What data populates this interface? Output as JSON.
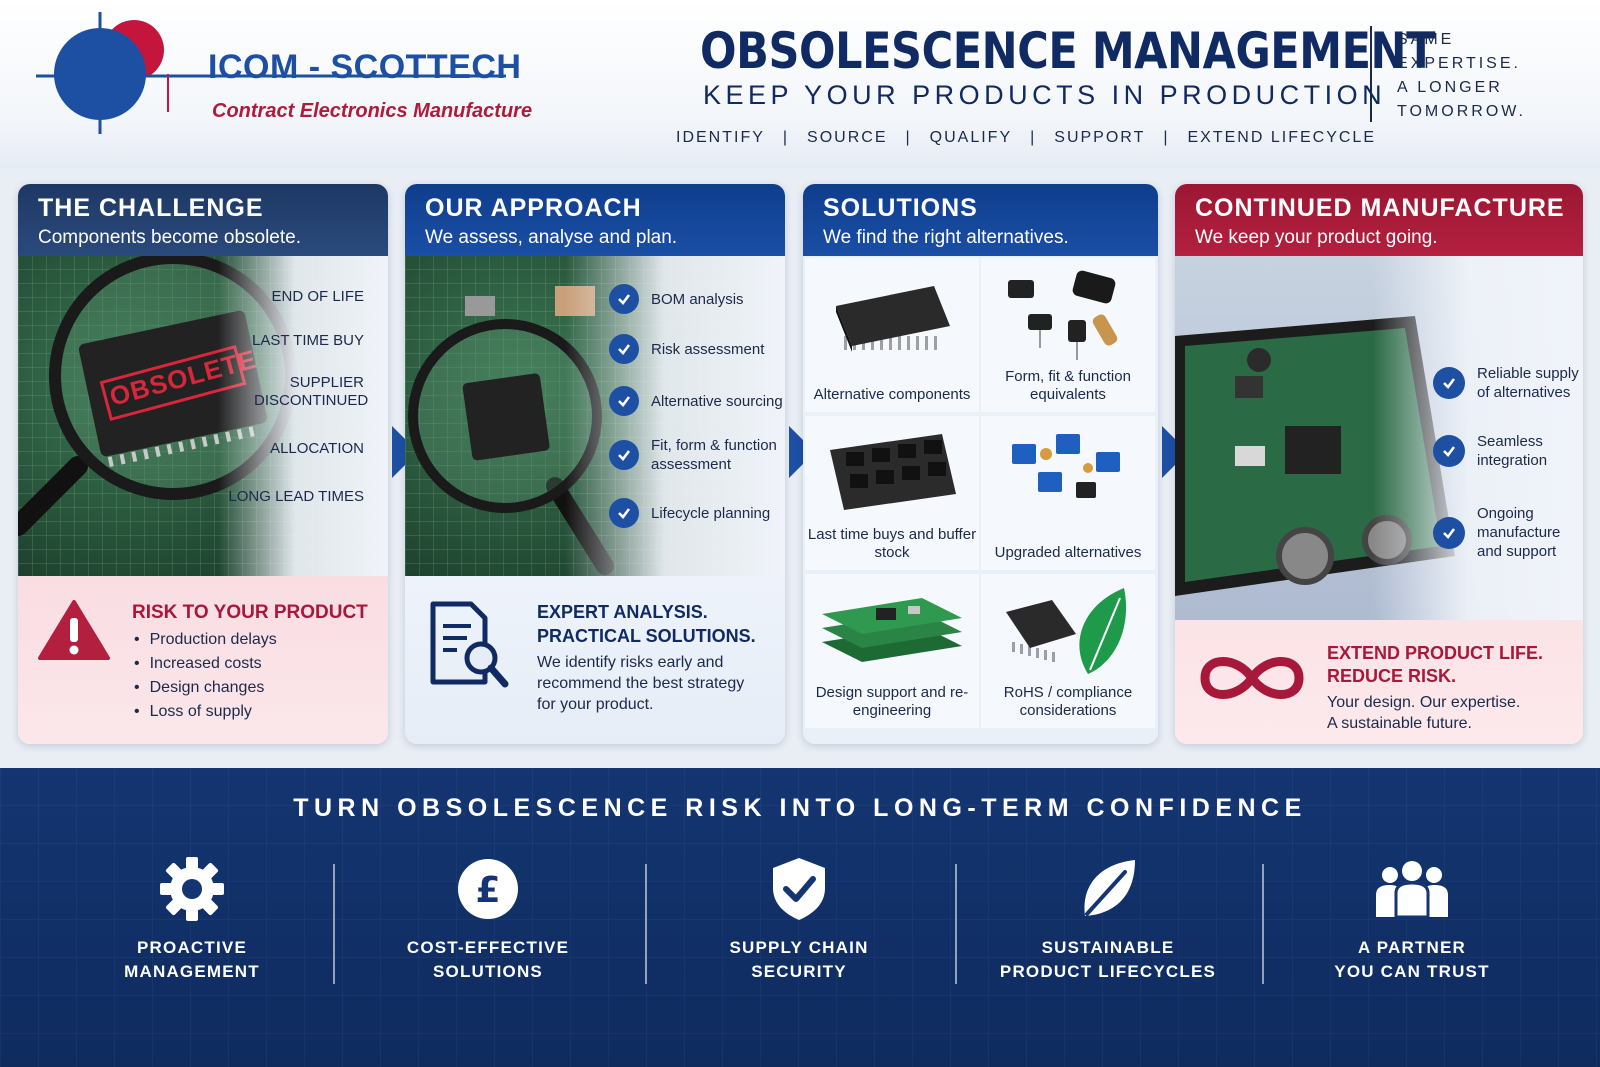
{
  "brand": {
    "name": "ICOM - SCOTTECH",
    "tagline": "Contract Electronics Manufacture",
    "colors": {
      "navy": "#102a63",
      "blue": "#1d4fa3",
      "red": "#b01b3b"
    }
  },
  "header": {
    "title": "OBSOLESCENCE MANAGEMENT",
    "subtitle": "KEEP YOUR PRODUCTS IN PRODUCTION",
    "steps": [
      "IDENTIFY",
      "SOURCE",
      "QUALIFY",
      "SUPPORT",
      "EXTEND LIFECYCLE"
    ],
    "separator": "|",
    "motto": [
      "SAME",
      "EXPERTISE.",
      "A LONGER",
      "TOMORROW."
    ]
  },
  "challenge": {
    "title": "THE CHALLENGE",
    "subtitle": "Components become obsolete.",
    "stamp": "OBSOLETE",
    "items": [
      "END OF LIFE",
      "LAST TIME BUY",
      "SUPPLIER DISCONTINUED",
      "ALLOCATION",
      "LONG LEAD TIMES"
    ],
    "risk": {
      "title": "RISK TO YOUR PRODUCT",
      "items": [
        "Production delays",
        "Increased costs",
        "Design changes",
        "Loss of supply"
      ]
    }
  },
  "approach": {
    "title": "OUR APPROACH",
    "subtitle": "We assess, analyse and plan.",
    "items": [
      "BOM analysis",
      "Risk assessment",
      "Alternative sourcing",
      "Fit, form & function assessment",
      "Lifecycle planning"
    ],
    "expert": {
      "title_line1": "EXPERT ANALYSIS.",
      "title_line2": "PRACTICAL SOLUTIONS.",
      "body": "We identify risks early and recommend the best strategy for your product."
    }
  },
  "solutions": {
    "title": "SOLUTIONS",
    "subtitle": "We find the right alternatives.",
    "cells": [
      {
        "label": "Alternative components",
        "icon": "ic-chip-icon"
      },
      {
        "label": "Form, fit & function equivalents",
        "icon": "components-icon"
      },
      {
        "label": "Last time buys and buffer stock",
        "icon": "tray-icon"
      },
      {
        "label": "Upgraded alternatives",
        "icon": "relays-icon"
      },
      {
        "label": "Design support and re-engineering",
        "icon": "pcb-stack-icon"
      },
      {
        "label": "RoHS / compliance considerations",
        "icon": "leaf-chip-icon"
      }
    ]
  },
  "continued": {
    "title": "CONTINUED MANUFACTURE",
    "subtitle": "We keep your product going.",
    "items": [
      "Reliable supply of alternatives",
      "Seamless integration",
      "Ongoing manufacture and support"
    ],
    "extend": {
      "title_line1": "EXTEND PRODUCT LIFE.",
      "title_line2": "REDUCE RISK.",
      "body_line1": "Your design. Our expertise.",
      "body_line2": "A sustainable future."
    }
  },
  "footer": {
    "title": "TURN OBSOLESCENCE RISK INTO LONG-TERM CONFIDENCE",
    "features": [
      {
        "line1": "PROACTIVE",
        "line2": "MANAGEMENT",
        "icon": "gear-icon"
      },
      {
        "line1": "COST-EFFECTIVE",
        "line2": "SOLUTIONS",
        "icon": "pound-icon"
      },
      {
        "line1": "SUPPLY CHAIN",
        "line2": "SECURITY",
        "icon": "shield-check-icon"
      },
      {
        "line1": "SUSTAINABLE",
        "line2": "PRODUCT LIFECYCLES",
        "icon": "leaf-icon"
      },
      {
        "line1": "A PARTNER",
        "line2": "YOU CAN TRUST",
        "icon": "people-icon"
      }
    ]
  }
}
